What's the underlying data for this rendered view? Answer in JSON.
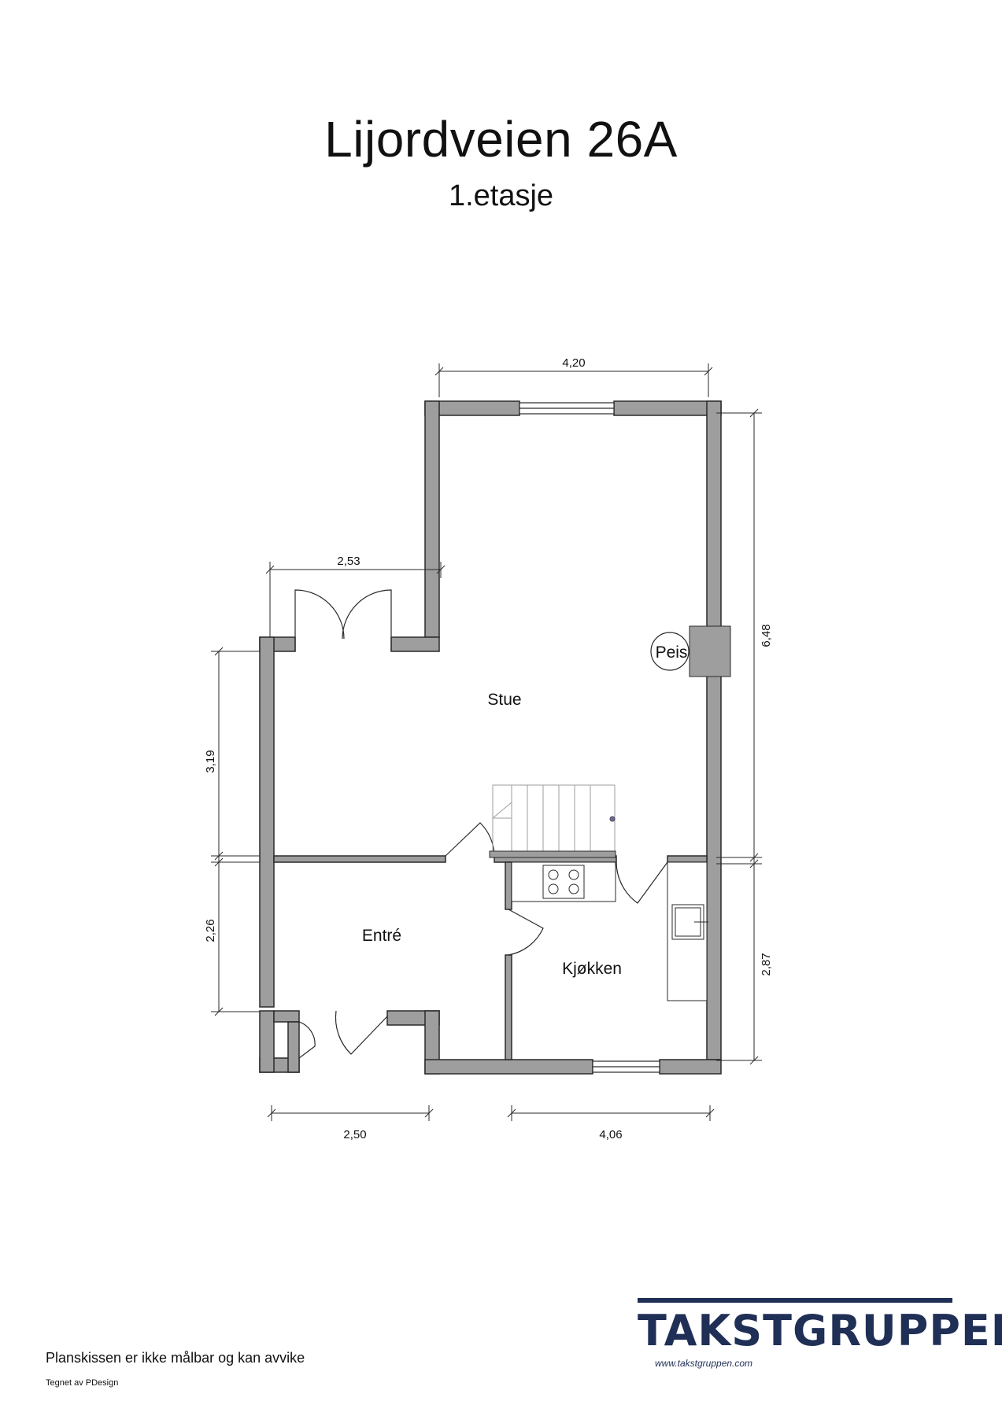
{
  "header": {
    "title": "Lijordveien 26A",
    "subtitle": "1.etasje"
  },
  "rooms": {
    "stue": "Stue",
    "entre": "Entré",
    "kjokken": "Kjøkken",
    "peis": "Peis"
  },
  "dimensions": {
    "top_width": "4,20",
    "left_top_width": "2,53",
    "right_height": "6,48",
    "left_upper_height": "3,19",
    "left_lower_height": "2,26",
    "right_lower_height": "2,87",
    "bottom_left_width": "2,50",
    "bottom_right_width": "4,06"
  },
  "footer": {
    "disclaimer": "Planskissen er ikke målbar og kan avvike",
    "credit": "Tegnet av PDesign"
  },
  "logo": {
    "name": "TAKSTGRUPPEN",
    "url": "www.takstgruppen.com"
  },
  "colors": {
    "wall": "#9e9e9e",
    "wall_stroke": "#2a2a2a",
    "logo": "#1f2f55"
  }
}
